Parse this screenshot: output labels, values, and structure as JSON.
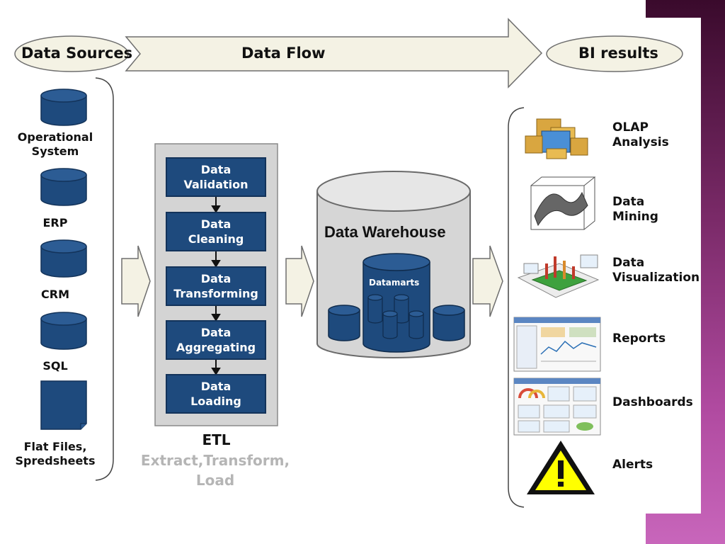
{
  "header": {
    "sources_label": "Data Sources",
    "flow_label": "Data Flow",
    "results_label": "BI results"
  },
  "sources": [
    {
      "label": "Operational\nSystem",
      "shape": "cylinder"
    },
    {
      "label": "ERP",
      "shape": "cylinder"
    },
    {
      "label": "CRM",
      "shape": "cylinder"
    },
    {
      "label": "SQL",
      "shape": "cylinder"
    },
    {
      "label": "Flat Files,\nSpredsheets",
      "shape": "document"
    }
  ],
  "etl": {
    "steps": [
      "Data\nValidation",
      "Data\nCleaning",
      "Data\nTransforming",
      "Data\nAggregating",
      "Data\nLoading"
    ],
    "title": "ETL",
    "subtitle": "Extract,Transform,\nLoad"
  },
  "warehouse": {
    "title": "Data Warehouse",
    "datamarts_label": "Datamarts"
  },
  "bi_results": [
    {
      "label": "OLAP\nAnalysis",
      "icon": "olap-cube-icon"
    },
    {
      "label": "Data\nMining",
      "icon": "data-mining-surface-icon"
    },
    {
      "label": "Data\nVisualization",
      "icon": "data-visualization-icon"
    },
    {
      "label": "Reports",
      "icon": "reports-icon"
    },
    {
      "label": "Dashboards",
      "icon": "dashboards-icon"
    },
    {
      "label": "Alerts",
      "icon": "warning-icon"
    }
  ],
  "colors": {
    "accent_blue": "#1e4a7d",
    "arrow_fill": "#f4f2e4",
    "warehouse_gray": "#d4d4d4",
    "side_bar": "#9a3a88"
  }
}
